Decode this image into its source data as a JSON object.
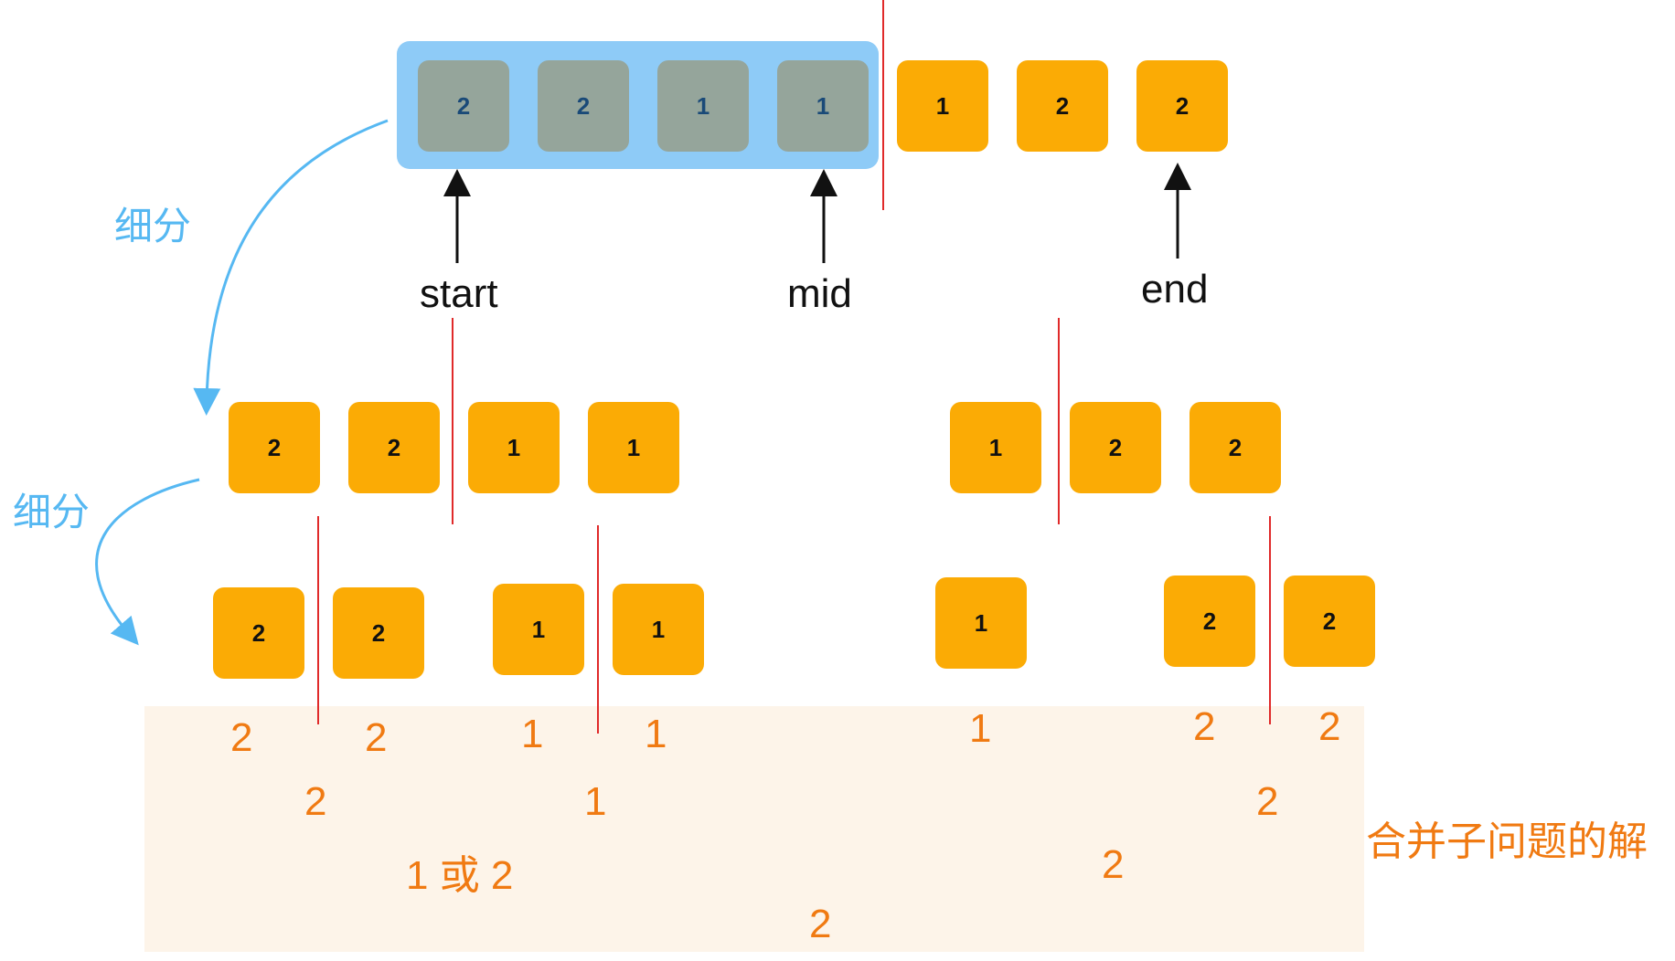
{
  "top_row": {
    "highlighted": [
      "2",
      "2",
      "1",
      "1"
    ],
    "rest": [
      "1",
      "2",
      "2"
    ]
  },
  "pointers": {
    "start": "start",
    "mid": "mid",
    "end": "end"
  },
  "split_label": "细分",
  "level1": {
    "left": [
      "2",
      "2",
      "1",
      "1"
    ],
    "right": [
      "1",
      "2",
      "2"
    ]
  },
  "level2": [
    "2",
    "2",
    "1",
    "1",
    "1",
    "2",
    "2"
  ],
  "merge": {
    "row1": [
      "2",
      "2",
      "1",
      "1",
      "1",
      "2",
      "2"
    ],
    "row2": [
      "2",
      "1",
      "2"
    ],
    "row3": [
      "1 或 2",
      "2"
    ],
    "row4": [
      "2"
    ],
    "label": "合并子问题的解"
  },
  "colors": {
    "orange_box": "#fbab05",
    "gray_box": "#95a59b",
    "highlight": "#8ecbf7",
    "divider": "#e02a2a",
    "merge_text": "#f07a12",
    "split_text": "#56b8f2"
  }
}
